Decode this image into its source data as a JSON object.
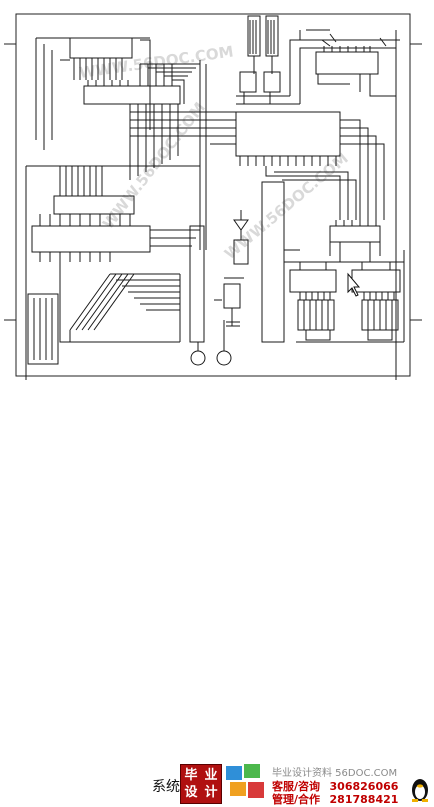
{
  "caption": "系统",
  "logo": {
    "row1": [
      "毕",
      "业"
    ],
    "row2": [
      "设",
      "计"
    ]
  },
  "contact": {
    "tagline": "毕业设计资料 56DOC.COM",
    "service_label": "客服/咨询",
    "service_number": "306826066",
    "manage_label": "管理/合作",
    "manage_number": "281788421"
  },
  "watermark": "WWW.56DOC.COM",
  "colors": {
    "line": "#1a1a1a",
    "logo_red": "#b01010",
    "accent_red": "#c00000",
    "watermark": "#d8d8d8"
  },
  "icons": [
    "puzzle-pieces-icon",
    "qq-penguin-icon"
  ]
}
